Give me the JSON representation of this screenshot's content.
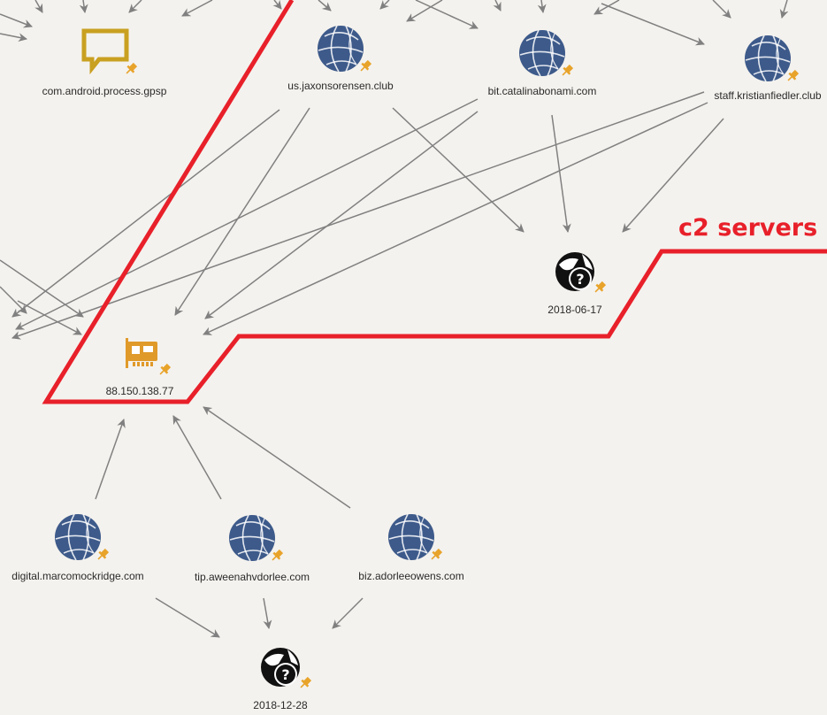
{
  "annotation": {
    "label": "c2 servers",
    "color": "#e8202a"
  },
  "colors": {
    "edge": "#808080",
    "web_node": "#3d5a8a",
    "unknown_node": "#111111",
    "pin": "#e8a32a",
    "process_node": "#c9a020",
    "nic_node": "#e09a2a"
  },
  "nodes": [
    {
      "id": "gpsp",
      "type": "process",
      "icon": "speech-bubble-icon",
      "label": "com.android.process.gpsp",
      "pinned": true
    },
    {
      "id": "jax",
      "type": "web",
      "icon": "globe-icon",
      "label": "us.jaxonsorensen.club",
      "pinned": true
    },
    {
      "id": "cat",
      "type": "web",
      "icon": "globe-icon",
      "label": "bit.catalinabonami.com",
      "pinned": true
    },
    {
      "id": "kris",
      "type": "web",
      "icon": "globe-icon",
      "label": "staff.kristianfiedler.club",
      "pinned": true
    },
    {
      "id": "d0617",
      "type": "unknown",
      "icon": "globe-question-icon",
      "label": "2018-06-17",
      "pinned": true
    },
    {
      "id": "ip",
      "type": "nic",
      "icon": "network-card-icon",
      "label": "88.150.138.77",
      "pinned": true
    },
    {
      "id": "marco",
      "type": "web",
      "icon": "globe-icon",
      "label": "digital.marcomockridge.com",
      "pinned": true
    },
    {
      "id": "tip",
      "type": "web",
      "icon": "globe-icon",
      "label": "tip.aweenahvdorlee.com",
      "pinned": true
    },
    {
      "id": "biz",
      "type": "web",
      "icon": "globe-icon",
      "label": "biz.adorleeowens.com",
      "pinned": true
    },
    {
      "id": "d1228",
      "type": "unknown",
      "icon": "globe-question-icon",
      "label": "2018-12-28",
      "pinned": true
    }
  ],
  "edges": [
    {
      "from": "jax",
      "to": "d0617"
    },
    {
      "from": "cat",
      "to": "d0617"
    },
    {
      "from": "kris",
      "to": "d0617"
    },
    {
      "from": "jax",
      "to": "ip"
    },
    {
      "from": "cat",
      "to": "ip"
    },
    {
      "from": "kris",
      "to": "ip"
    },
    {
      "from": "marco",
      "to": "ip"
    },
    {
      "from": "tip",
      "to": "ip"
    },
    {
      "from": "biz",
      "to": "ip"
    },
    {
      "from": "marco",
      "to": "d1228"
    },
    {
      "from": "tip",
      "to": "d1228"
    },
    {
      "from": "biz",
      "to": "d1228"
    }
  ]
}
